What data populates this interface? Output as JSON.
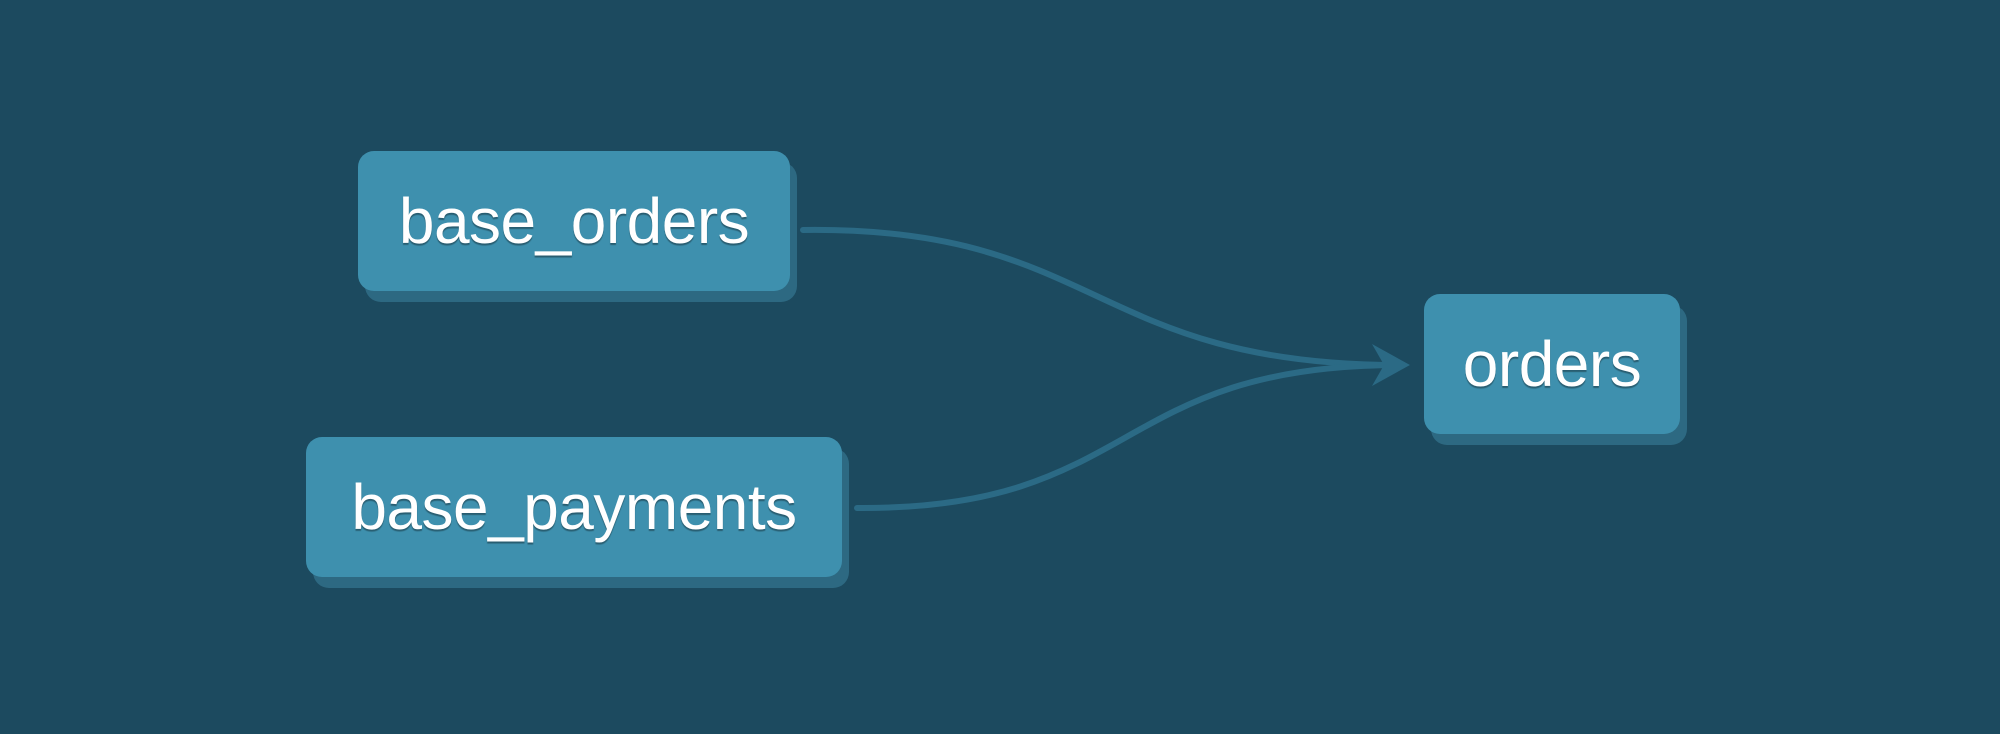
{
  "diagram": {
    "nodes": [
      {
        "id": "base_orders",
        "label": "base_orders"
      },
      {
        "id": "base_payments",
        "label": "base_payments"
      },
      {
        "id": "orders",
        "label": "orders"
      }
    ],
    "edges": [
      {
        "from": "base_orders",
        "to": "orders"
      },
      {
        "from": "base_payments",
        "to": "orders"
      }
    ]
  },
  "colors": {
    "background": "#1c4a5f",
    "node_fill": "#3e90ae",
    "node_shadow": "#2d6982",
    "edge": "#2b6a85",
    "label": "#ffffff"
  }
}
